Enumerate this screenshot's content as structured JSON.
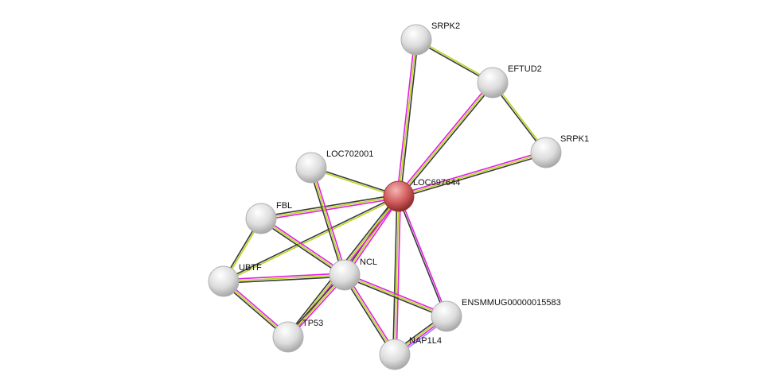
{
  "title": "Protein interaction network",
  "colors": {
    "m": "#e020e0",
    "y": "#bcd61a",
    "k": "#3a3a3a",
    "b": "#8f8fff",
    "query_node": "#d05050",
    "node": "#e4e4e4"
  },
  "nodes": [
    {
      "id": "LOC697644",
      "label": "LOC697644",
      "query": true
    },
    {
      "id": "SRPK2",
      "label": "SRPK2"
    },
    {
      "id": "EFTUD2",
      "label": "EFTUD2"
    },
    {
      "id": "SRPK1",
      "label": "SRPK1"
    },
    {
      "id": "LOC702001",
      "label": "LOC702001"
    },
    {
      "id": "FBL",
      "label": "FBL"
    },
    {
      "id": "UBTF",
      "label": "UBTF"
    },
    {
      "id": "NCL",
      "label": "NCL"
    },
    {
      "id": "ENSMMUG00000015583",
      "label": "ENSMMUG00000015583"
    },
    {
      "id": "TP53",
      "label": "TP53"
    },
    {
      "id": "NAP1L4",
      "label": "NAP1L4"
    }
  ],
  "edges": [
    {
      "a": "LOC697644",
      "b": "SRPK2",
      "ev": [
        "m",
        "y",
        "k"
      ]
    },
    {
      "a": "LOC697644",
      "b": "EFTUD2",
      "ev": [
        "m",
        "y",
        "k"
      ]
    },
    {
      "a": "LOC697644",
      "b": "SRPK1",
      "ev": [
        "m",
        "y",
        "k"
      ]
    },
    {
      "a": "SRPK2",
      "b": "EFTUD2",
      "ev": [
        "y",
        "k"
      ]
    },
    {
      "a": "EFTUD2",
      "b": "SRPK1",
      "ev": [
        "y",
        "k"
      ]
    },
    {
      "a": "LOC697644",
      "b": "LOC702001",
      "ev": [
        "y",
        "k"
      ]
    },
    {
      "a": "LOC697644",
      "b": "FBL",
      "ev": [
        "m",
        "y",
        "k"
      ]
    },
    {
      "a": "LOC697644",
      "b": "UBTF",
      "ev": [
        "y",
        "k"
      ]
    },
    {
      "a": "LOC697644",
      "b": "NCL",
      "ev": [
        "m",
        "y",
        "k"
      ]
    },
    {
      "a": "LOC697644",
      "b": "TP53",
      "ev": [
        "m",
        "y",
        "k"
      ]
    },
    {
      "a": "LOC697644",
      "b": "NAP1L4",
      "ev": [
        "m",
        "y",
        "k"
      ]
    },
    {
      "a": "LOC697644",
      "b": "ENSMMUG00000015583",
      "ev": [
        "m",
        "k"
      ]
    },
    {
      "a": "LOC702001",
      "b": "NCL",
      "ev": [
        "m",
        "y",
        "k"
      ]
    },
    {
      "a": "FBL",
      "b": "NCL",
      "ev": [
        "m",
        "y",
        "k"
      ]
    },
    {
      "a": "FBL",
      "b": "UBTF",
      "ev": [
        "y",
        "k"
      ]
    },
    {
      "a": "UBTF",
      "b": "NCL",
      "ev": [
        "m",
        "y",
        "k"
      ]
    },
    {
      "a": "UBTF",
      "b": "TP53",
      "ev": [
        "m",
        "y",
        "k"
      ]
    },
    {
      "a": "NCL",
      "b": "TP53",
      "ev": [
        "m",
        "y",
        "k"
      ]
    },
    {
      "a": "NCL",
      "b": "ENSMMUG00000015583",
      "ev": [
        "m",
        "y",
        "k"
      ]
    },
    {
      "a": "NCL",
      "b": "NAP1L4",
      "ev": [
        "m",
        "y",
        "k"
      ]
    },
    {
      "a": "ENSMMUG00000015583",
      "b": "NAP1L4",
      "ev": [
        "b",
        "m",
        "y",
        "k"
      ]
    }
  ]
}
